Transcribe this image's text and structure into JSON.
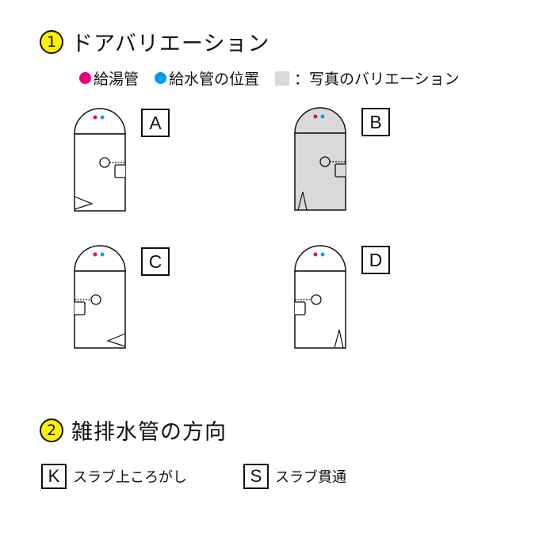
{
  "section1": {
    "number": "1",
    "title": "ドアバリエーション"
  },
  "legend": {
    "hot": {
      "label": "給湯管",
      "color": "#e4007f"
    },
    "cold": {
      "label": "給水管の位置",
      "color": "#00a0e9"
    },
    "photo": {
      "label": "：写真のバリエーション",
      "color": "#d9d9d9"
    }
  },
  "variants": [
    {
      "label": "A",
      "hinge": "left",
      "shaded": false
    },
    {
      "label": "B",
      "hinge": "left",
      "shaded": true
    },
    {
      "label": "C",
      "hinge": "right",
      "shaded": false
    },
    {
      "label": "D",
      "hinge": "right",
      "shaded": false
    }
  ],
  "section2": {
    "number": "2",
    "title": "雑排水管の方向"
  },
  "drains": [
    {
      "code": "K",
      "label": "スラブ上ころがし"
    },
    {
      "code": "S",
      "label": "スラブ貫通"
    }
  ],
  "colors": {
    "highlight": "#fff100",
    "outline": "#111111"
  }
}
